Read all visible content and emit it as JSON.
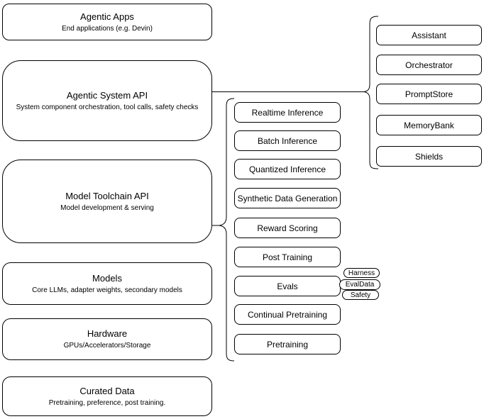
{
  "diagram": {
    "colors": {
      "stroke": "#000000",
      "background": "#ffffff",
      "text": "#000000"
    },
    "left_stack": [
      {
        "title": "Agentic Apps",
        "subtitle": "End applications (e.g. Devin)"
      },
      {
        "title": "Agentic System API",
        "subtitle": "System component orchestration, tool calls, safety checks"
      },
      {
        "title": "Model Toolchain API",
        "subtitle": "Model development & serving"
      },
      {
        "title": "Models",
        "subtitle": "Core LLMs, adapter weights, secondary models"
      },
      {
        "title": "Hardware",
        "subtitle": "GPUs/Accelerators/Storage"
      },
      {
        "title": "Curated Data",
        "subtitle": "Pretraining, preference, post training."
      }
    ],
    "toolchain_components": [
      "Realtime Inference",
      "Batch Inference",
      "Quantized Inference",
      "Synthetic Data Generation",
      "Reward Scoring",
      "Post Training",
      "Evals",
      "Continual Pretraining",
      "Pretraining"
    ],
    "evals_tags": [
      "Harness",
      "EvalData",
      "Safety"
    ],
    "system_components": [
      "Assistant",
      "Orchestrator",
      "PromptStore",
      "MemoryBank",
      "Shields"
    ]
  }
}
